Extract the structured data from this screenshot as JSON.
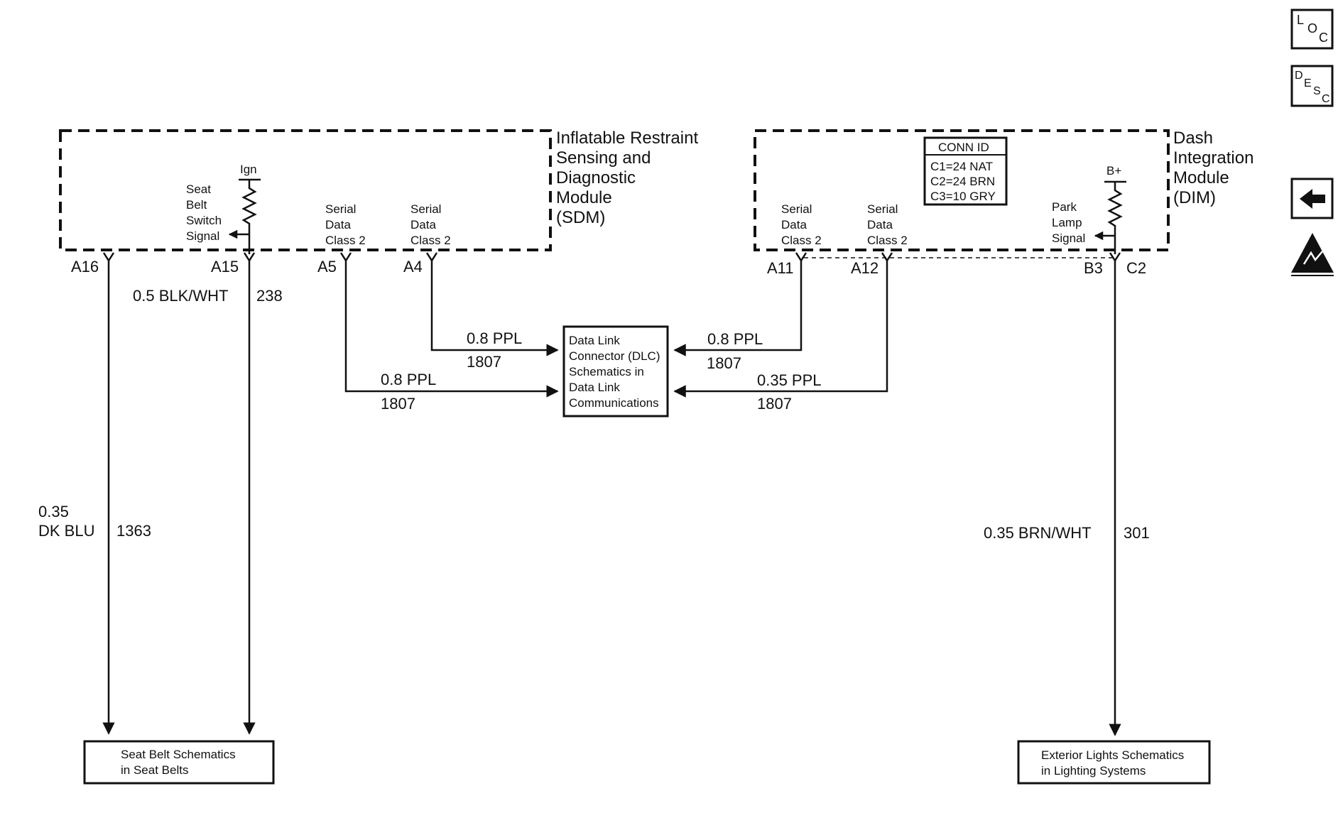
{
  "sdm": {
    "name_lines": [
      "Inflatable Restraint",
      "Sensing and",
      "Diagnostic",
      "Module",
      "(SDM)"
    ],
    "seat_belt_signal": [
      "Seat",
      "Belt",
      "Switch",
      "Signal"
    ],
    "ign_label": "Ign",
    "serial_a5": [
      "Serial",
      "Data",
      "Class 2"
    ],
    "serial_a4": [
      "Serial",
      "Data",
      "Class 2"
    ],
    "pins": {
      "a16": "A16",
      "a15": "A15",
      "a5": "A5",
      "a4": "A4"
    }
  },
  "dim": {
    "name_lines": [
      "Dash",
      "Integration",
      "Module",
      "(DIM)"
    ],
    "conn_id": {
      "title": "CONN ID",
      "rows": [
        "C1=24 NAT",
        "C2=24 BRN",
        "C3=10 GRY"
      ]
    },
    "serial_a11": [
      "Serial",
      "Data",
      "Class 2"
    ],
    "serial_a12": [
      "Serial",
      "Data",
      "Class 2"
    ],
    "park_lamp_signal": [
      "Park",
      "Lamp",
      "Signal"
    ],
    "bplus_label": "B+",
    "pins": {
      "a11": "A11",
      "a12": "A12",
      "b3": "B3",
      "c2": "C2"
    }
  },
  "dlc": {
    "lines": [
      "Data Link",
      "Connector (DLC)",
      "Schematics in",
      "Data Link",
      "Communications"
    ]
  },
  "wires": {
    "a15": {
      "size_color": "0.5 BLK/WHT",
      "circuit": "238"
    },
    "a16": {
      "size": "0.35",
      "color": "DK BLU",
      "circuit": "1363"
    },
    "a4": {
      "size_color": "0.8 PPL",
      "circuit": "1807"
    },
    "a5": {
      "size_color": "0.8 PPL",
      "circuit": "1807"
    },
    "a11": {
      "size_color": "0.8 PPL",
      "circuit": "1807"
    },
    "a12": {
      "size_color": "0.35 PPL",
      "circuit": "1807"
    },
    "b3": {
      "size_color": "0.35 BRN/WHT",
      "circuit": "301"
    }
  },
  "targets": {
    "seat_belt": [
      "Seat Belt Schematics",
      "in Seat Belts"
    ],
    "exterior_lights": [
      "Exterior Lights Schematics",
      "in Lighting Systems"
    ]
  },
  "side_icons": {
    "loc": {
      "letters": [
        "L",
        "O",
        "C"
      ]
    },
    "desc": {
      "letters": [
        "D",
        "E",
        "S",
        "C"
      ]
    },
    "back": "back-arrow-icon",
    "esd": "esd-warning-icon"
  }
}
